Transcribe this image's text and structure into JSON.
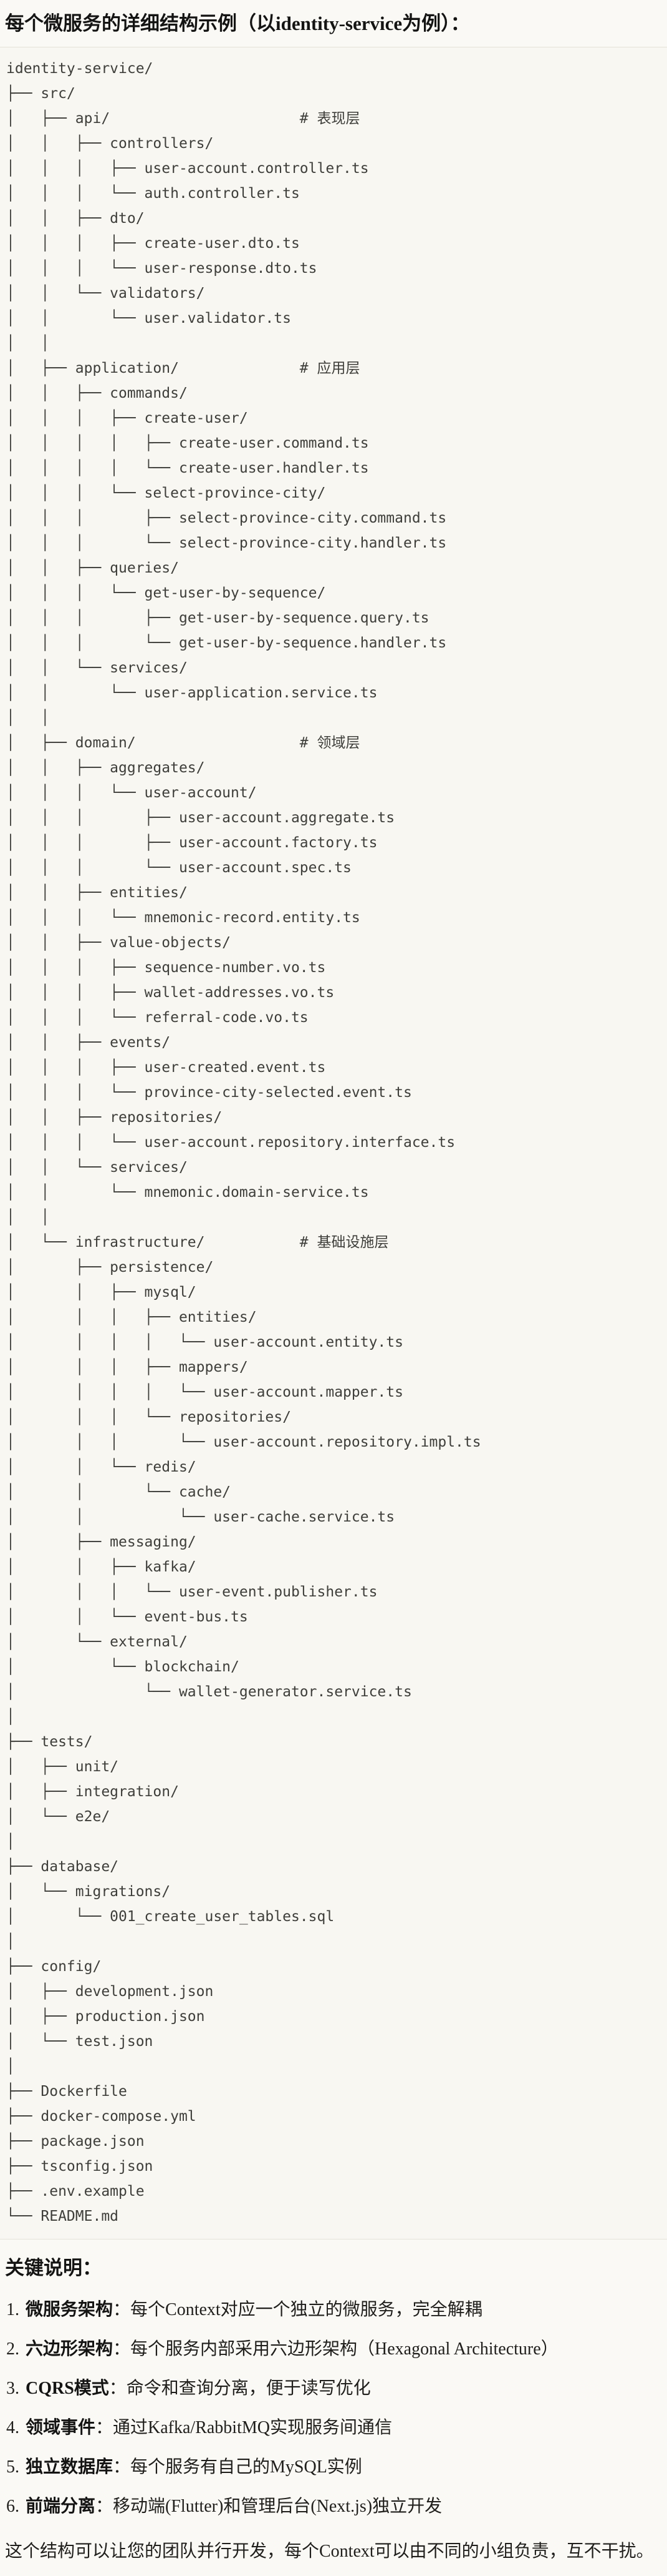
{
  "title": "每个微服务的详细结构示例（以identity-service为例）：",
  "code_block": {
    "lines": [
      "identity-service/",
      "├── src/",
      "│   ├── api/                      # 表现层",
      "│   │   ├── controllers/",
      "│   │   │   ├── user-account.controller.ts",
      "│   │   │   └── auth.controller.ts",
      "│   │   ├── dto/",
      "│   │   │   ├── create-user.dto.ts",
      "│   │   │   └── user-response.dto.ts",
      "│   │   └── validators/",
      "│   │       └── user.validator.ts",
      "│   │",
      "│   ├── application/              # 应用层",
      "│   │   ├── commands/",
      "│   │   │   ├── create-user/",
      "│   │   │   │   ├── create-user.command.ts",
      "│   │   │   │   └── create-user.handler.ts",
      "│   │   │   └── select-province-city/",
      "│   │   │       ├── select-province-city.command.ts",
      "│   │   │       └── select-province-city.handler.ts",
      "│   │   ├── queries/",
      "│   │   │   └── get-user-by-sequence/",
      "│   │   │       ├── get-user-by-sequence.query.ts",
      "│   │   │       └── get-user-by-sequence.handler.ts",
      "│   │   └── services/",
      "│   │       └── user-application.service.ts",
      "│   │",
      "│   ├── domain/                   # 领域层",
      "│   │   ├── aggregates/",
      "│   │   │   └── user-account/",
      "│   │   │       ├── user-account.aggregate.ts",
      "│   │   │       ├── user-account.factory.ts",
      "│   │   │       └── user-account.spec.ts",
      "│   │   ├── entities/",
      "│   │   │   └── mnemonic-record.entity.ts",
      "│   │   ├── value-objects/",
      "│   │   │   ├── sequence-number.vo.ts",
      "│   │   │   ├── wallet-addresses.vo.ts",
      "│   │   │   └── referral-code.vo.ts",
      "│   │   ├── events/",
      "│   │   │   ├── user-created.event.ts",
      "│   │   │   └── province-city-selected.event.ts",
      "│   │   ├── repositories/",
      "│   │   │   └── user-account.repository.interface.ts",
      "│   │   └── services/",
      "│   │       └── mnemonic.domain-service.ts",
      "│   │",
      "│   └── infrastructure/           # 基础设施层",
      "│       ├── persistence/",
      "│       │   ├── mysql/",
      "│       │   │   ├── entities/",
      "│       │   │   │   └── user-account.entity.ts",
      "│       │   │   ├── mappers/",
      "│       │   │   │   └── user-account.mapper.ts",
      "│       │   │   └── repositories/",
      "│       │   │       └── user-account.repository.impl.ts",
      "│       │   └── redis/",
      "│       │       └── cache/",
      "│       │           └── user-cache.service.ts",
      "│       ├── messaging/",
      "│       │   ├── kafka/",
      "│       │   │   └── user-event.publisher.ts",
      "│       │   └── event-bus.ts",
      "│       └── external/",
      "│           └── blockchain/",
      "│               └── wallet-generator.service.ts",
      "│",
      "├── tests/",
      "│   ├── unit/",
      "│   ├── integration/",
      "│   └── e2e/",
      "│",
      "├── database/",
      "│   └── migrations/",
      "│       └── 001_create_user_tables.sql",
      "│",
      "├── config/",
      "│   ├── development.json",
      "│   ├── production.json",
      "│   └── test.json",
      "│",
      "├── Dockerfile",
      "├── docker-compose.yml",
      "├── package.json",
      "├── tsconfig.json",
      "├── .env.example",
      "└── README.md"
    ]
  },
  "notes": {
    "heading": "关键说明：",
    "items": [
      {
        "num": "1.",
        "term": "微服务架构",
        "desc": "：每个Context对应一个独立的微服务，完全解耦"
      },
      {
        "num": "2.",
        "term": "六边形架构",
        "desc": "：每个服务内部采用六边形架构（Hexagonal Architecture）"
      },
      {
        "num": "3.",
        "term": "CQRS模式",
        "desc": "：命令和查询分离，便于读写优化"
      },
      {
        "num": "4.",
        "term": "领域事件",
        "desc": "：通过Kafka/RabbitMQ实现服务间通信"
      },
      {
        "num": "5.",
        "term": "独立数据库",
        "desc": "：每个服务有自己的MySQL实例"
      },
      {
        "num": "6.",
        "term": "前端分离",
        "desc": "：移动端(Flutter)和管理后台(Next.js)独立开发"
      }
    ],
    "footer": "这个结构可以让您的团队并行开发，每个Context可以由不同的小组负责，互不干扰。"
  },
  "colors": {
    "bg": "#FAF9F5",
    "code-bg": "#F8F7F2",
    "border": "#E4E2D8",
    "text": "#1F1E1B",
    "heading": "#141413",
    "tree": "#3E3E3A"
  }
}
